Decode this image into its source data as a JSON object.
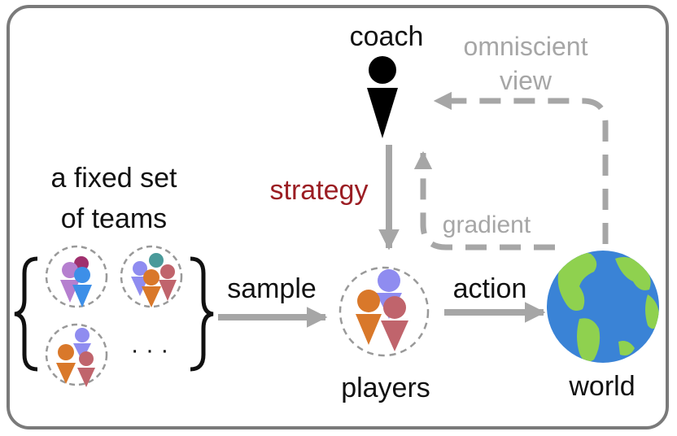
{
  "labels": {
    "coach": "coach",
    "omniscient_line1": "omniscient",
    "omniscient_line2": "view",
    "strategy": "strategy",
    "gradient": "gradient",
    "fixed_set_line1": "a fixed set",
    "fixed_set_line2": "of teams",
    "sample": "sample",
    "action": "action",
    "players": "players",
    "world": "world",
    "ellipsis": "· · ·"
  },
  "colors": {
    "frame": "#7a7a7a",
    "arrow_gray": "#a6a6a6",
    "text_dark": "#111111",
    "text_gray": "#a6a6a6",
    "strategy_red": "#9b1d23",
    "ocean_blue": "#3a83d6",
    "land_green": "#8fd14f",
    "purple": "#9b6fd0",
    "magenta": "#a0306e",
    "blue": "#3d8fe8",
    "lavender": "#8f8cf0",
    "teal": "#4a9a9a",
    "rose": "#c0646c",
    "orange": "#d9782a"
  },
  "icons": [
    "coach-person-icon",
    "team-icon",
    "player-group-icon",
    "globe-icon"
  ]
}
